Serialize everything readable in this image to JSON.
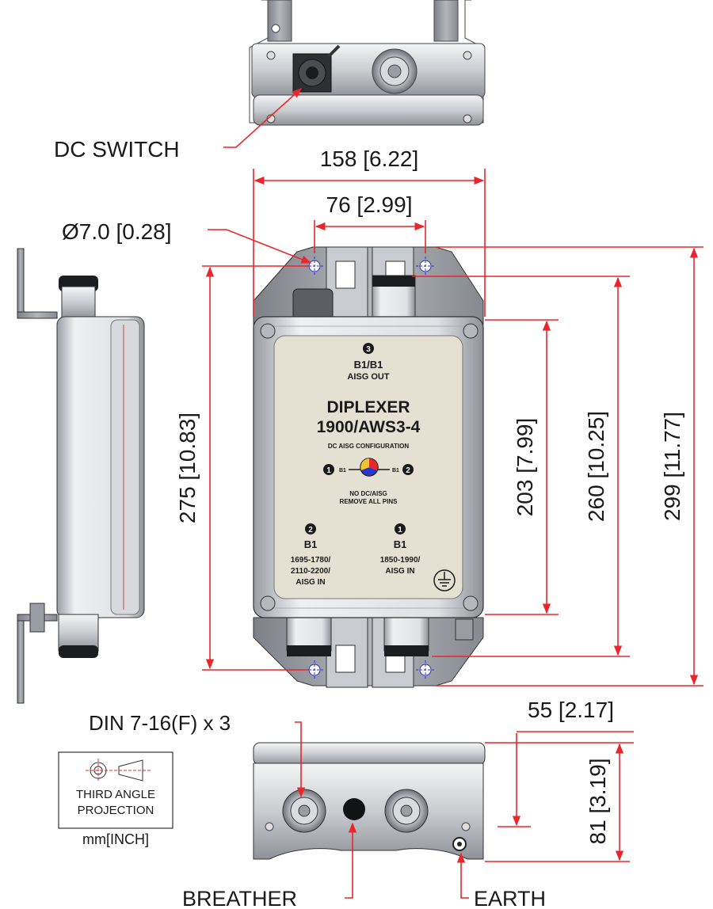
{
  "callouts": {
    "dc_switch": "DC SWITCH",
    "hole_diameter": "Ø7.0 [0.28]",
    "din": "DIN 7-16(F) x 3",
    "breather": "BREATHER",
    "earth": "EARTH"
  },
  "dimensions": {
    "width_overall": "158 [6.22]",
    "hole_spacing": "76 [2.99]",
    "height_275": "275 [10.83]",
    "height_203": "203 [7.99]",
    "height_260": "260 [10.25]",
    "height_299": "299 [11.77]",
    "depth_55": "55 [2.17]",
    "depth_81": "81 [3.19]"
  },
  "plate": {
    "port3_num": "3",
    "port3_name": "B1/B1",
    "port3_desc": "AISG OUT",
    "title_line1": "DIPLEXER",
    "title_line2": "1900/AWS3-4",
    "config": "DC AISG CONFIGURATION",
    "pin_left_num": "1",
    "pin_left_lbl": "B1",
    "pin_right_lbl": "B1",
    "pin_right_num": "2",
    "note_line1": "NO DC/AISG",
    "note_line2": "REMOVE ALL PINS",
    "port2_num": "2",
    "port2_name": "B1",
    "port2_desc1": "1695-1780/",
    "port2_desc2": "2110-2200/",
    "port2_desc3": "AISG IN",
    "port1_num": "1",
    "port1_name": "B1",
    "port1_desc1": "1850-1990/",
    "port1_desc2": "AISG IN"
  },
  "projection": {
    "line1": "THIRD ANGLE",
    "line2": "PROJECTION",
    "units": "mm[INCH]"
  },
  "colors": {
    "dimension_line": "#e8262b",
    "centerline": "#2a35c9",
    "plate": "#e4e1d3",
    "housing": "#cfd2d6"
  },
  "icons": [
    "earth-ground-icon",
    "third-angle-projection-icon"
  ]
}
